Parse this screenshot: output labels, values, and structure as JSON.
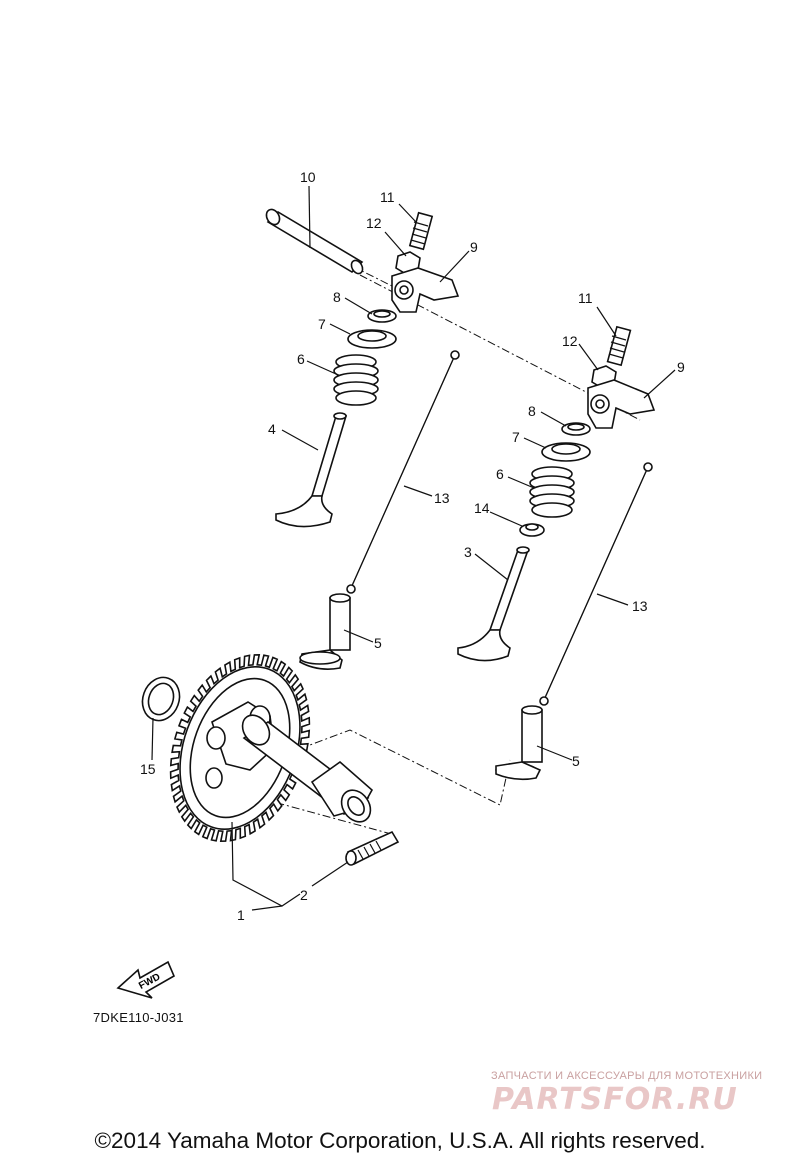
{
  "diagram": {
    "callouts": [
      "10",
      "11",
      "12",
      "9",
      "8",
      "7",
      "6",
      "4",
      "13",
      "11",
      "12",
      "9",
      "8",
      "7",
      "6",
      "14",
      "3",
      "5",
      "13",
      "5",
      "15",
      "2",
      "1"
    ],
    "fwd_label": "FWD",
    "code": "7DKE110-J031"
  },
  "watermark": {
    "tagline": "ЗАПЧАСТИ И АКСЕССУАРЫ ДЛЯ МОТОТЕХНИКИ",
    "logo": "PARTSFOR.RU"
  },
  "footer": {
    "copyright": "©2014 Yamaha Motor Corporation, U.S.A. All rights reserved."
  }
}
